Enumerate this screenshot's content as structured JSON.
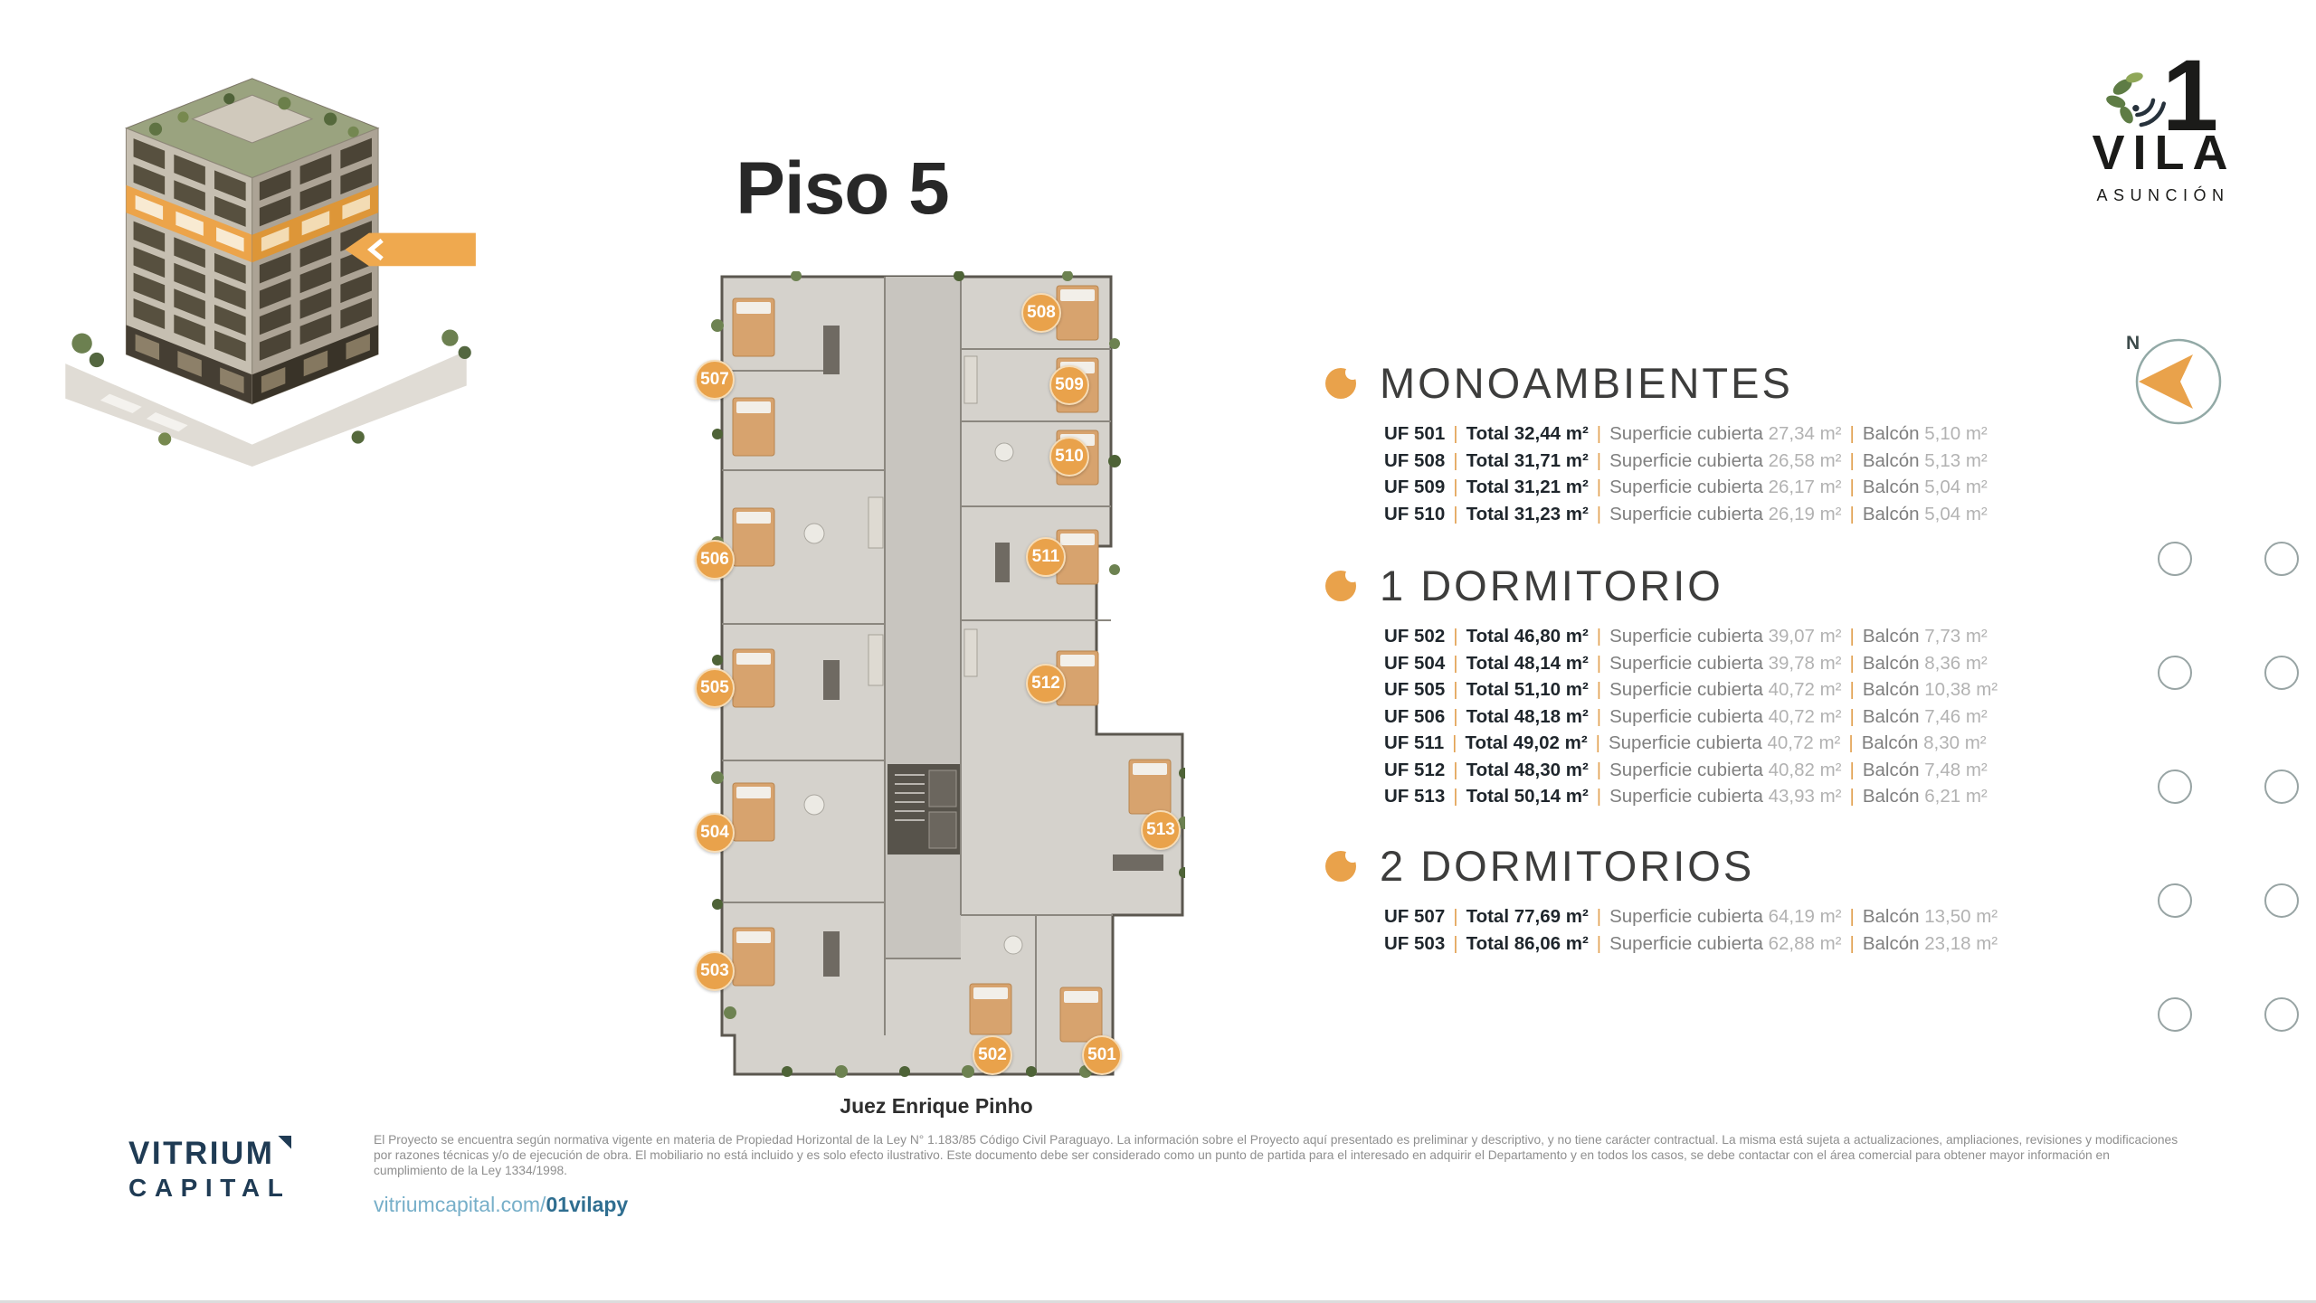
{
  "page": {
    "title": "Piso 5",
    "street": "Juez Enrique Pinho"
  },
  "logo": {
    "number": "1",
    "name": "VILA",
    "city": "ASUNCIÓN"
  },
  "compass": {
    "north": "N"
  },
  "labels": {
    "sep": "|",
    "total": "Total",
    "cubierta": "Superficie cubierta",
    "balcon": "Balcón"
  },
  "sections": [
    {
      "title": "MONOAMBIENTES",
      "units": [
        {
          "uf": "UF 501",
          "total": "32,44 m²",
          "cubierta": "27,34 m²",
          "balcon": "5,10 m²"
        },
        {
          "uf": "UF 508",
          "total": "31,71 m²",
          "cubierta": "26,58 m²",
          "balcon": "5,13 m²"
        },
        {
          "uf": "UF 509",
          "total": "31,21 m²",
          "cubierta": "26,17 m²",
          "balcon": "5,04 m²"
        },
        {
          "uf": "UF 510",
          "total": "31,23 m²",
          "cubierta": "26,19 m²",
          "balcon": "5,04 m²"
        }
      ]
    },
    {
      "title": "1 DORMITORIO",
      "units": [
        {
          "uf": "UF 502",
          "total": "46,80 m²",
          "cubierta": "39,07 m²",
          "balcon": "7,73 m²"
        },
        {
          "uf": "UF 504",
          "total": "48,14 m²",
          "cubierta": "39,78 m²",
          "balcon": "8,36 m²"
        },
        {
          "uf": "UF 505",
          "total": "51,10 m²",
          "cubierta": "40,72 m²",
          "balcon": "10,38 m²"
        },
        {
          "uf": "UF 506",
          "total": "48,18 m²",
          "cubierta": "40,72 m²",
          "balcon": "7,46 m²"
        },
        {
          "uf": "UF 511",
          "total": "49,02 m²",
          "cubierta": "40,72 m²",
          "balcon": "8,30 m²"
        },
        {
          "uf": "UF 512",
          "total": "48,30 m²",
          "cubierta": "40,82 m²",
          "balcon": "7,48 m²"
        },
        {
          "uf": "UF 513",
          "total": "50,14 m²",
          "cubierta": "43,93 m²",
          "balcon": "6,21 m²"
        }
      ]
    },
    {
      "title": "2 DORMITORIOS",
      "units": [
        {
          "uf": "UF 507",
          "total": "77,69 m²",
          "cubierta": "64,19 m²",
          "balcon": "13,50 m²"
        },
        {
          "uf": "UF 503",
          "total": "86,06 m²",
          "cubierta": "62,88 m²",
          "balcon": "23,18 m²"
        }
      ]
    }
  ],
  "plan": {
    "badges": [
      "508",
      "507",
      "509",
      "510",
      "506",
      "511",
      "505",
      "512",
      "504",
      "513",
      "503",
      "502",
      "501"
    ]
  },
  "footer": {
    "brand_top": "VITRIUM",
    "brand_bottom": "CAPITAL",
    "legal": "El Proyecto se encuentra según normativa vigente en materia de Propiedad Horizontal de la Ley N° 1.183/85 Código Civil Paraguayo. La información sobre el Proyecto aquí presentado es preliminar y descriptivo, y no tiene carácter contractual. La misma está sujeta a actualizaciones, ampliaciones, revisiones y modificaciones por razones técnicas y/o de ejecución de obra. El mobiliario no está incluido y es solo efecto ilustrativo. Este documento debe ser considerado como un punto de partida para el interesado en adquirir el Departamento y en todos los casos, se debe contactar con el área comercial para obtener mayor información en cumplimiento de la Ley 1334/1998.",
    "url_base": "vitriumcapital.com/",
    "url_page": "01vilapy"
  },
  "colors": {
    "accent_orange": "#E9A24B",
    "brand_navy": "#1F3B54",
    "link_light": "#77AFC9",
    "link_dark": "#2F6E90",
    "gray_text": "#8f8f8f"
  }
}
